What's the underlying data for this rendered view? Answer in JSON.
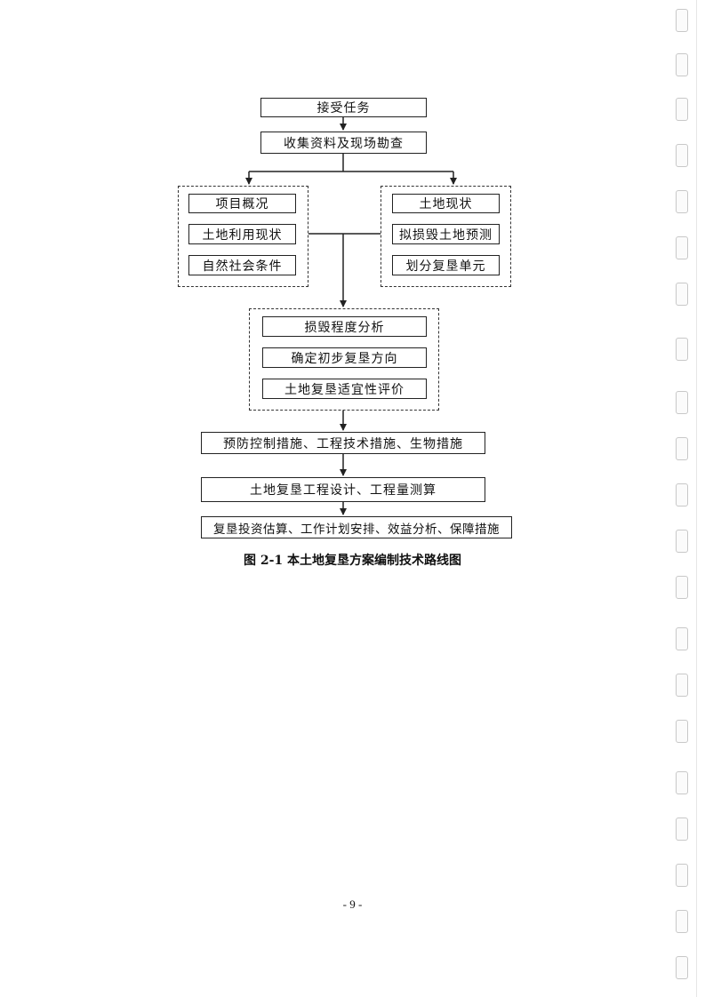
{
  "flowchart": {
    "step1": "接受任务",
    "step2": "收集资料及现场勘查",
    "left_group": [
      "项目概况",
      "土地利用现状",
      "自然社会条件"
    ],
    "right_group": [
      "土地现状",
      "拟损毁土地预测",
      "划分复垦单元"
    ],
    "center_group": [
      "损毁程度分析",
      "确定初步复垦方向",
      "土地复垦适宜性评价"
    ],
    "step_measures": "预防控制措施、工程技术措施、生物措施",
    "step_design": "土地复垦工程设计、工程量测算",
    "step_final": "复垦投资估算、工作计划安排、效益分析、保障措施"
  },
  "caption": "图 2-1 本土地复垦方案编制技术路线图",
  "page_number": "- 9 -"
}
